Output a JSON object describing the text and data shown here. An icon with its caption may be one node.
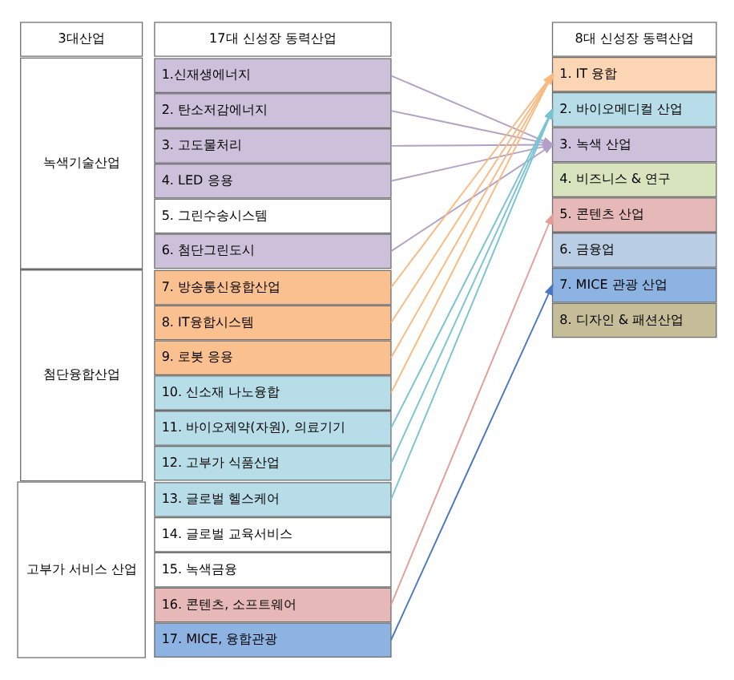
{
  "diagram": {
    "nodes": [
      {
        "text": [
          "3대산업"
        ]
      },
      {
        "text": [
          "17대 신성장 동력산업"
        ]
      },
      {
        "text": [
          "녹색기술산업"
        ]
      },
      {
        "text": [
          "1.신재생에너지"
        ]
      },
      {
        "text": [
          "2. 탄소저감에너지"
        ]
      },
      {
        "text": [
          "3. 고도물처리"
        ]
      },
      {
        "text": [
          "4. LED 응용"
        ]
      },
      {
        "text": [
          "5. 그린수송시스템"
        ]
      },
      {
        "text": [
          "6. 첨단그린도시"
        ]
      },
      {
        "text": [
          "첨단융합산업"
        ]
      },
      {
        "text": [
          "7. 방송통신융합산업"
        ]
      },
      {
        "text": [
          "8. IT융합시스템"
        ]
      },
      {
        "text": [
          "9. 로봇 응용"
        ]
      },
      {
        "text": [
          "10. 신소재 나노융합"
        ]
      },
      {
        "text": [
          "11. 바이오제약(자원), 의료기기"
        ]
      },
      {
        "text": [
          "12. 고부가 식품산업"
        ]
      },
      {
        "text": [
          "고부가 서비스 산업"
        ]
      },
      {
        "text": [
          "13. 글로벌 헬스케어"
        ]
      },
      {
        "text": [
          "14. 글로벌 교육서비스"
        ]
      },
      {
        "text": [
          "15. 녹색금융"
        ]
      },
      {
        "text": [
          "16. 콘텐츠, 소프트웨어"
        ]
      },
      {
        "text": [
          "17. MICE, 융합관광"
        ]
      },
      {
        "text": [
          "8대 신성장 동력산업"
        ]
      },
      {
        "text": [
          "1. IT 융합"
        ]
      },
      {
        "text": [
          "2. 바이오메디컬 산업"
        ]
      },
      {
        "text": [
          "3. 녹색 산업"
        ]
      },
      {
        "text": [
          "4. 비즈니스 & 연구"
        ]
      },
      {
        "text": [
          "5. 콘텐츠 산업"
        ]
      },
      {
        "text": [
          "6. 금융업"
        ]
      },
      {
        "text": [
          "7. MICE 관광 산업"
        ]
      },
      {
        "text": [
          "8. 디자인 & 패션산업"
        ]
      }
    ],
    "edges": [
      {
        "from": 3,
        "to": 25,
        "arrow": "to",
        "color": "#b1a0c7"
      },
      {
        "from": 4,
        "to": 25,
        "arrow": "to",
        "color": "#b1a0c7"
      },
      {
        "from": 5,
        "to": 25,
        "arrow": "to",
        "color": "#b1a0c7"
      },
      {
        "from": 6,
        "to": 25,
        "arrow": "to",
        "color": "#b1a0c7"
      },
      {
        "from": 8,
        "to": 25,
        "arrow": "to",
        "color": "#b1a0c7"
      },
      {
        "from": 10,
        "to": 23,
        "arrow": "to",
        "color": "#f9b97f"
      },
      {
        "from": 11,
        "to": 23,
        "arrow": "to",
        "color": "#f9b97f"
      },
      {
        "from": 12,
        "to": 23,
        "arrow": "to",
        "color": "#f9b97f"
      },
      {
        "from": 13,
        "to": 23,
        "arrow": "to",
        "color": "#f9b97f"
      },
      {
        "from": 14,
        "to": 24,
        "arrow": "to",
        "color": "#78c3d3"
      },
      {
        "from": 15,
        "to": 24,
        "arrow": "to",
        "color": "#78c3d3"
      },
      {
        "from": 17,
        "to": 24,
        "arrow": "to",
        "color": "#78c3d3"
      },
      {
        "from": 20,
        "to": 27,
        "arrow": "to",
        "color": "#e49c96"
      },
      {
        "from": 21,
        "to": 29,
        "arrow": "to",
        "color": "#4a78c0"
      }
    ]
  }
}
